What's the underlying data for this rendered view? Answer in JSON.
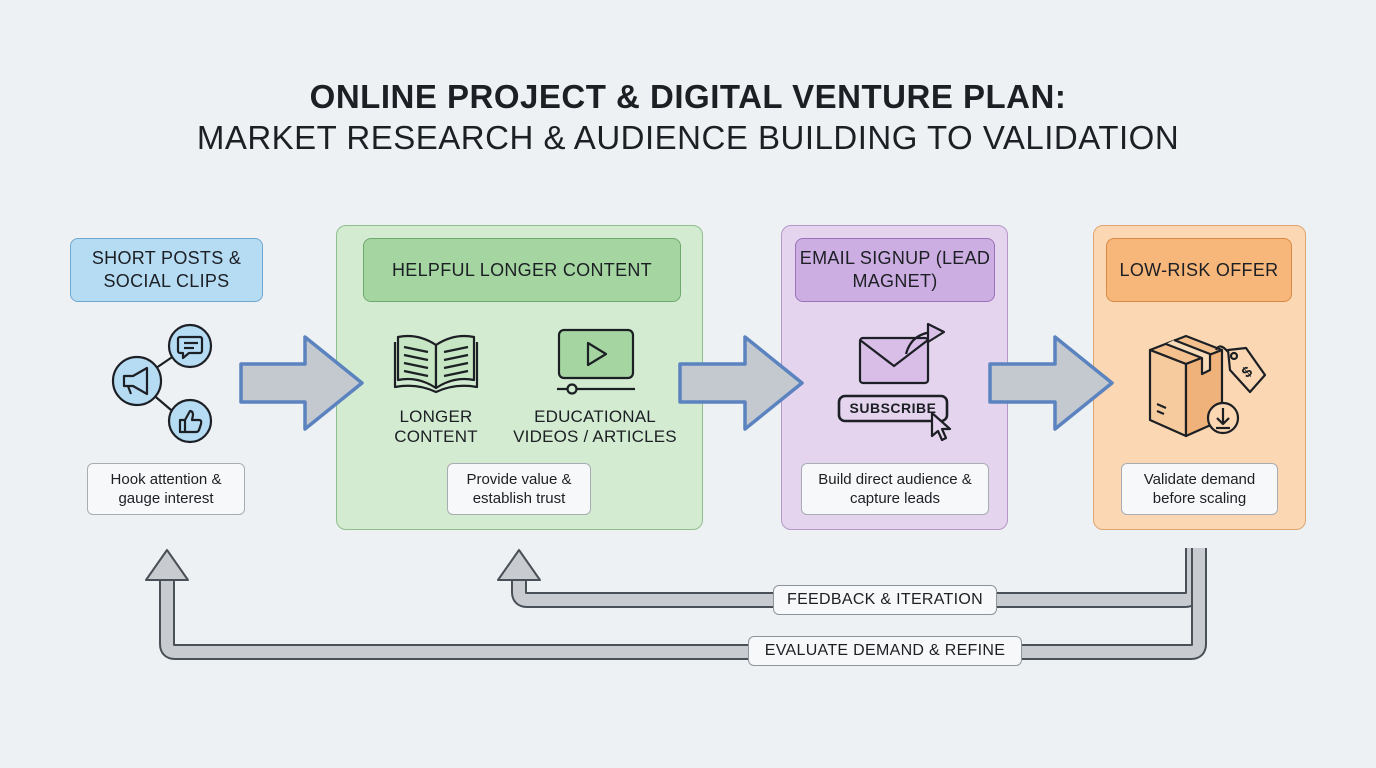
{
  "title": {
    "line1": "ONLINE PROJECT & DIGITAL VENTURE PLAN:",
    "line2": "MARKET RESEARCH & AUDIENCE BUILDING TO VALIDATION"
  },
  "stages": [
    {
      "header": "SHORT POSTS & SOCIAL CLIPS",
      "note": "Hook attention & gauge interest",
      "color": "#b6dcf4",
      "icon": "social-megaphone-network-icon"
    },
    {
      "header": "HELPFUL LONGER CONTENT",
      "items": [
        {
          "label": "LONGER CONTENT",
          "icon": "open-book-icon"
        },
        {
          "label": "EDUCATIONAL VIDEOS / ARTICLES",
          "icon": "video-player-icon"
        }
      ],
      "note": "Provide value & establish trust",
      "color": "#a5d6a2"
    },
    {
      "header": "EMAIL SIGNUP (LEAD MAGNET)",
      "subscribe_label": "SUBSCRIBE",
      "note": "Build direct audience & capture leads",
      "color": "#cdaee2",
      "icon": "email-subscribe-icon"
    },
    {
      "header": "LOW-RISK OFFER",
      "price_symbol": "$",
      "note": "Validate demand before scaling",
      "color": "#f8b77a",
      "icon": "package-price-tag-icon"
    }
  ],
  "feedback_loops": [
    {
      "label": "FEEDBACK & ITERATION"
    },
    {
      "label": "EVALUATE DEMAND & REFINE"
    }
  ]
}
